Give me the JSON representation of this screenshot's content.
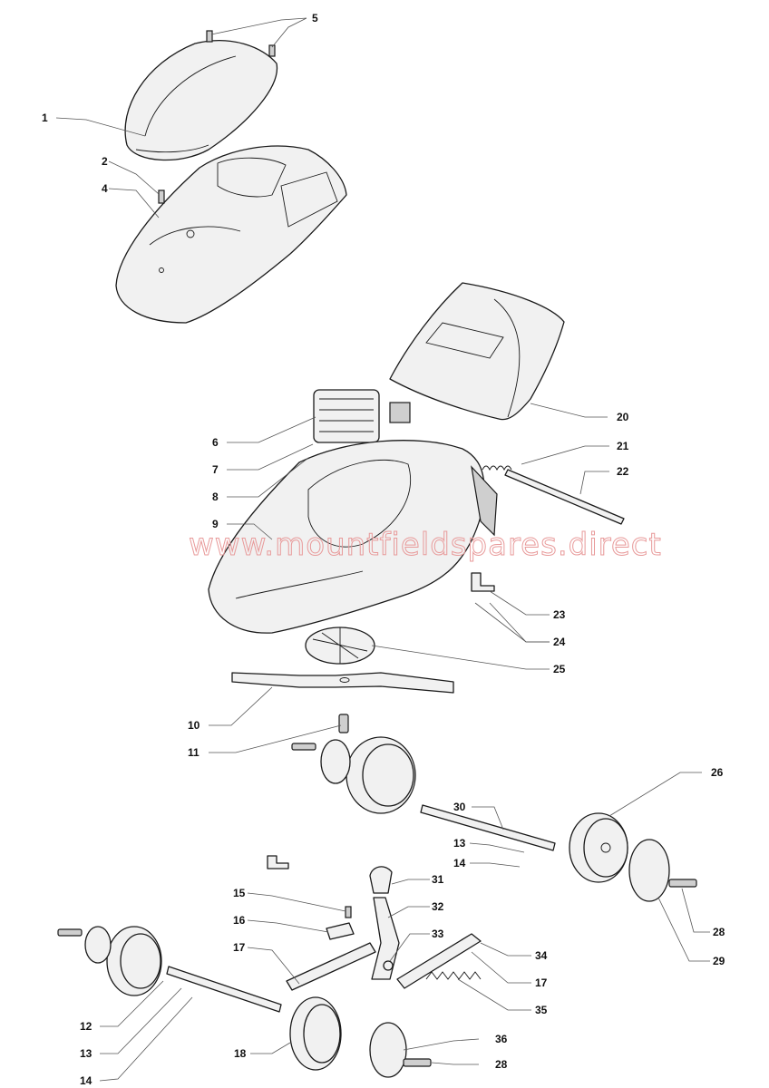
{
  "watermark": "www.mountfieldspares.direct",
  "callouts": [
    {
      "id": "c1",
      "label": "1"
    },
    {
      "id": "c2",
      "label": "2"
    },
    {
      "id": "c4",
      "label": "4"
    },
    {
      "id": "c5",
      "label": "5"
    },
    {
      "id": "c6",
      "label": "6"
    },
    {
      "id": "c7",
      "label": "7"
    },
    {
      "id": "c8",
      "label": "8"
    },
    {
      "id": "c9",
      "label": "9"
    },
    {
      "id": "c10",
      "label": "10"
    },
    {
      "id": "c11",
      "label": "11"
    },
    {
      "id": "c12",
      "label": "12"
    },
    {
      "id": "c13a",
      "label": "13"
    },
    {
      "id": "c13b",
      "label": "13"
    },
    {
      "id": "c14a",
      "label": "14"
    },
    {
      "id": "c14b",
      "label": "14"
    },
    {
      "id": "c15",
      "label": "15"
    },
    {
      "id": "c16",
      "label": "16"
    },
    {
      "id": "c17a",
      "label": "17"
    },
    {
      "id": "c17b",
      "label": "17"
    },
    {
      "id": "c18",
      "label": "18"
    },
    {
      "id": "c20",
      "label": "20"
    },
    {
      "id": "c21",
      "label": "21"
    },
    {
      "id": "c22",
      "label": "22"
    },
    {
      "id": "c23",
      "label": "23"
    },
    {
      "id": "c24",
      "label": "24"
    },
    {
      "id": "c25",
      "label": "25"
    },
    {
      "id": "c26",
      "label": "26"
    },
    {
      "id": "c28a",
      "label": "28"
    },
    {
      "id": "c28b",
      "label": "28"
    },
    {
      "id": "c29",
      "label": "29"
    },
    {
      "id": "c30",
      "label": "30"
    },
    {
      "id": "c31",
      "label": "31"
    },
    {
      "id": "c32",
      "label": "32"
    },
    {
      "id": "c33",
      "label": "33"
    },
    {
      "id": "c34",
      "label": "34"
    },
    {
      "id": "c35",
      "label": "35"
    },
    {
      "id": "c36",
      "label": "36"
    }
  ]
}
